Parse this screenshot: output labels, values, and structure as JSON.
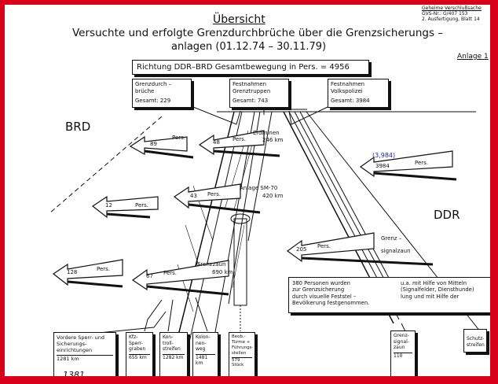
{
  "stamp": {
    "line1": "Geheime Verschlußsache",
    "line2": "GVS-Nr.: G/407 153",
    "line3": "2. Ausfertigung, Blatt 14"
  },
  "heading": "Übersicht",
  "title_line1": "Versuchte und erfolgte Grenzdurchbrüche über die Grenzsicherungs –",
  "title_line2": "anlagen  (01.12.74 – 30.11.79)",
  "annex": "Anlage 1",
  "total_box": "Richtung DDR–BRD Gesamtbewegung in Pers. = 4956",
  "categories": [
    {
      "label1": "Grenzdurch –",
      "label2": "brüche",
      "total": "Gesamt: 229"
    },
    {
      "label1": "Festnahmen",
      "label2": "Grenztruppen",
      "total": "Gesamt: 743"
    },
    {
      "label1": "Festnahmen",
      "label2": "Volkspolizei",
      "total": "Gesamt: 3984"
    }
  ],
  "regions": {
    "west": "BRD",
    "east": "DDR"
  },
  "arrows": [
    {
      "count": "89",
      "unit": "Pers."
    },
    {
      "count": "48",
      "unit": "Pers."
    },
    {
      "count": "3984",
      "unit": "Pers.",
      "annotation": "(3,984)"
    },
    {
      "count": "12",
      "unit": "Pers."
    },
    {
      "count": "43",
      "unit": "Pers."
    },
    {
      "count": "205",
      "unit": "Pers."
    },
    {
      "count": "128",
      "unit": "Pers."
    },
    {
      "count": "67",
      "unit": "Pers."
    }
  ],
  "features": {
    "mines": {
      "name": "Erdminen",
      "length": "246 km"
    },
    "sm70": {
      "name": "Anlage SM-70",
      "length": "420 km"
    },
    "fence": {
      "name": "Grenzzaun",
      "length": "690 km"
    },
    "signal_fence": {
      "name1": "Grenz –",
      "name2": "signalzaun"
    }
  },
  "note": {
    "left": [
      "380 Personen wurden",
      "zur Grenzsicherung",
      "durch visuelle Feststel –",
      "Bevölkerung festgenommen."
    ],
    "right": [
      "u.a. mit Hilfe von Mitteln",
      "(Signalfelder, Diensthunde)",
      "lung und mit Hilfe      der"
    ]
  },
  "bottom_boxes": [
    {
      "label": [
        "Vordere Sperr- und",
        "Sicherungs-",
        "einrichtungen"
      ],
      "value": "1281 km"
    },
    {
      "label": [
        "Kfz-",
        "Sperr-",
        "graben"
      ],
      "value": "655 km"
    },
    {
      "label": [
        "Kon-",
        "troll-",
        "streifen"
      ],
      "value": "1282 km"
    },
    {
      "label": [
        "Kolon-",
        "nen-",
        "weg"
      ],
      "value": "1481 km"
    },
    {
      "label": [
        "Beob.-",
        "Türme +",
        "Führungs-",
        "stellen"
      ],
      "value": "579 Stück"
    },
    {
      "label": [
        "Grenz-",
        "signal-",
        "zaun"
      ],
      "value": "110"
    },
    {
      "label": [
        "Schutz-",
        "streifen"
      ],
      "value": ""
    }
  ],
  "handwritten": "1381",
  "colors": {
    "frame": "#d8001a",
    "annotation": "#1f2aa0"
  }
}
